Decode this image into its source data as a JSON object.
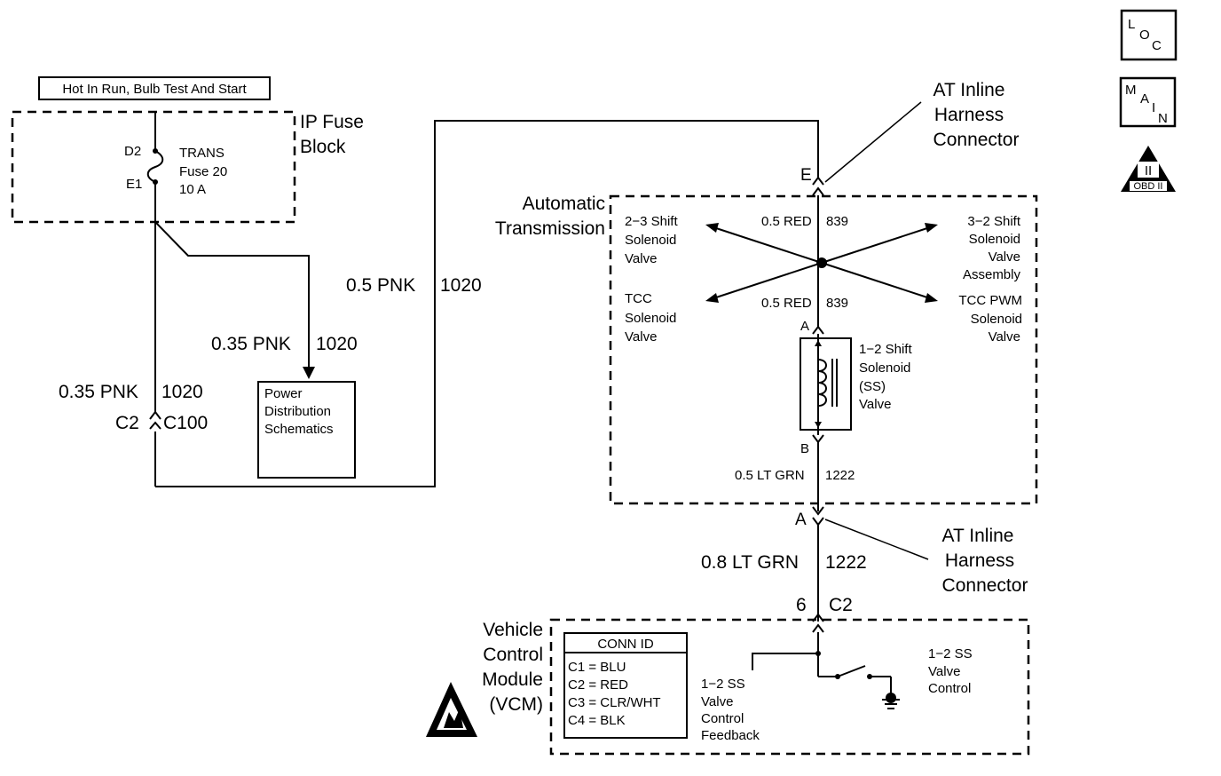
{
  "header_box": "Hot In Run, Bulb Test And Start",
  "ip_fuse_block": {
    "line1": "IP Fuse",
    "line2": "Block"
  },
  "fuse": {
    "pin_top": "D2",
    "pin_bottom": "E1",
    "line1": "TRANS",
    "line2": "Fuse 20",
    "line3": "10 A"
  },
  "wires": {
    "pnk_main": "0.5 PNK",
    "pnk_main_circuit": "1020",
    "pnk_branch": "0.35 PNK",
    "pnk_branch_circuit": "1020",
    "pnk_left": "0.35 PNK",
    "pnk_left_circuit": "1020",
    "red_top": "0.5 RED",
    "red_top_circuit": "839",
    "red_bottom": "0.5 RED",
    "red_bottom_circuit": "839",
    "ltgrn_inner": "0.5 LT GRN",
    "ltgrn_inner_circuit": "1222",
    "ltgrn_outer": "0.8 LT GRN",
    "ltgrn_outer_circuit": "1222"
  },
  "connector_c100": {
    "left": "C2",
    "right": "C100"
  },
  "power_distribution": {
    "line1": "Power",
    "line2": "Distribution",
    "line3": "Schematics"
  },
  "harness_top": {
    "line1": "AT Inline",
    "line2": "Harness",
    "line3": "Connector",
    "pin": "E"
  },
  "harness_bottom": {
    "line1": "AT Inline",
    "line2": "Harness",
    "line3": "Connector",
    "pin": "A"
  },
  "automatic_transmission": {
    "line1": "Automatic",
    "line2": "Transmission"
  },
  "solenoids": {
    "shift_23": {
      "line1": "2−3 Shift",
      "line2": "Solenoid",
      "line3": "Valve"
    },
    "shift_32": {
      "line1": "3−2 Shift",
      "line2": "Solenoid",
      "line3": "Valve",
      "line4": "Assembly"
    },
    "tcc": {
      "line1": "TCC",
      "line2": "Solenoid",
      "line3": "Valve"
    },
    "tcc_pwm": {
      "line1": "TCC PWM",
      "line2": "Solenoid",
      "line3": "Valve"
    },
    "shift_12": {
      "line1": "1−2 Shift",
      "line2": "Solenoid",
      "line3": "(SS)",
      "line4": "Valve",
      "pin_a": "A",
      "pin_b": "B"
    }
  },
  "vcm_connector": {
    "pin": "6",
    "conn": "C2"
  },
  "vcm": {
    "line1": "Vehicle",
    "line2": "Control",
    "line3": "Module",
    "line4": "(VCM)"
  },
  "conn_id": {
    "title": "CONN ID",
    "rows": [
      "C1 = BLU",
      "C2 = RED",
      "C3 = CLR/WHT",
      "C4 = BLK"
    ]
  },
  "vcm_feedback": {
    "line1": "1−2 SS",
    "line2": "Valve",
    "line3": "Control",
    "line4": "Feedback"
  },
  "vcm_control": {
    "line1": "1−2 SS",
    "line2": "Valve",
    "line3": "Control"
  },
  "icons": {
    "loc": [
      "L",
      "O",
      "C"
    ],
    "main": [
      "M",
      "A",
      "I",
      "N"
    ],
    "obd": {
      "numeral": "II",
      "label": "OBD II"
    }
  }
}
